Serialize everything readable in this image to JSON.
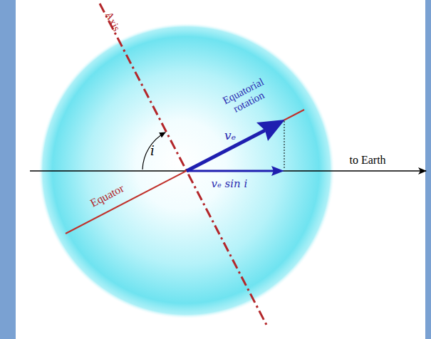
{
  "diagram": {
    "labels": [
      "Axis",
      "Equatorial rotation",
      "vₑ",
      "i",
      "Equator",
      "vₑ sin i",
      "to Earth"
    ]
  }
}
